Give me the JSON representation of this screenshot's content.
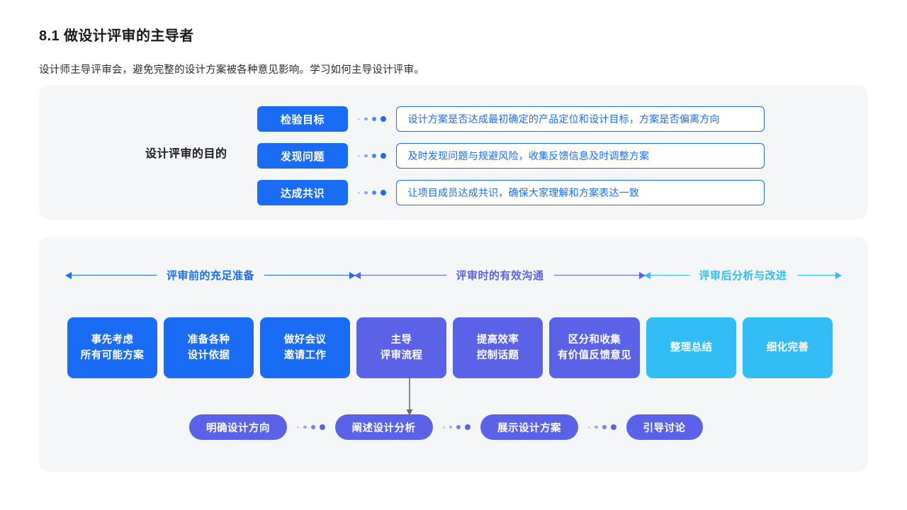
{
  "heading": {
    "title": "8.1 做设计评审的主导者",
    "subtitle": "设计师主导评审会，避免完整的设计方案被各种意见影响。学习如何主导设计评审。"
  },
  "purpose_card": {
    "label": "设计评审的目的",
    "rows": [
      {
        "tag": "检验目标",
        "desc": "设计方案是否达成最初确定的产品定位和设计目标，方案是否偏离方向"
      },
      {
        "tag": "发现问题",
        "desc": "及时发现问题与规避风险，收集反馈信息及时调整方案"
      },
      {
        "tag": "达成共识",
        "desc": "让项目成员达成共识，确保大家理解和方案表达一致"
      }
    ]
  },
  "process_card": {
    "phases": [
      {
        "label": "评审前的充足准备",
        "color": "#1a6cf5"
      },
      {
        "label": "评审时的有效沟通",
        "color": "#5a62e8"
      },
      {
        "label": "评审后分析与改进",
        "color": "#32bdf5"
      }
    ],
    "steps": [
      {
        "line1": "事先考虑",
        "line2": "所有可能方案",
        "color": "#1a6cf5"
      },
      {
        "line1": "准备各种",
        "line2": "设计依据",
        "color": "#1a6cf5"
      },
      {
        "line1": "做好会议",
        "line2": "邀请工作",
        "color": "#1a6cf5"
      },
      {
        "line1": "主导",
        "line2": "评审流程",
        "color": "#5a62e8"
      },
      {
        "line1": "提高效率",
        "line2": "控制话题",
        "color": "#5a62e8"
      },
      {
        "line1": "区分和收集",
        "line2": "有价值反馈意见",
        "color": "#5a62e8"
      },
      {
        "line1": "整理总结",
        "line2": "",
        "color": "#32bdf5"
      },
      {
        "line1": "细化完善",
        "line2": "",
        "color": "#32bdf5"
      }
    ],
    "pills": [
      {
        "label": "明确设计方向"
      },
      {
        "label": "阐述设计分析"
      },
      {
        "label": "展示设计方案"
      },
      {
        "label": "引导讨论"
      }
    ],
    "connector_color": "#6b6b6b"
  },
  "colors": {
    "blue": "#1a6cf5",
    "purple": "#5a62e8",
    "cyan": "#32bdf5",
    "card_bg": "#f5f6f8"
  }
}
